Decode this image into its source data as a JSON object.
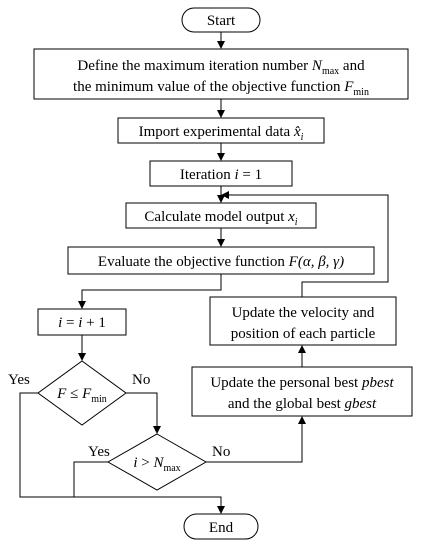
{
  "nodes": {
    "start": "Start",
    "define_1a": "Define the maximum iteration number ",
    "define_1b": "N",
    "define_1c": "max",
    "define_1d": " and",
    "define_2a": "the minimum value of the objective function ",
    "define_2b": "F",
    "define_2c": "min",
    "import_a": "Import experimental data ",
    "import_b": "x̂",
    "import_c": "i",
    "iteration_a": "Iteration ",
    "iteration_b": "i",
    "iteration_c": " = 1",
    "calc_a": "Calculate model output ",
    "calc_b": "x",
    "calc_c": "i",
    "eval_a": "Evaluate the objective function ",
    "eval_b": "F",
    "eval_c": "(α, β, γ)",
    "incr_a": "i",
    "incr_b": " = ",
    "incr_c": "i",
    "incr_d": " + 1",
    "cond1_a": "F",
    "cond1_b": " ≤ ",
    "cond1_c": "F",
    "cond1_d": "min",
    "cond2_a": "i",
    "cond2_b": " > ",
    "cond2_c": "N",
    "cond2_d": "max",
    "pbest_1a": "Update the personal best ",
    "pbest_1b": "pbest",
    "pbest_2a": "and the global best ",
    "pbest_2b": "gbest",
    "velocity_1": "Update the velocity and",
    "velocity_2": "position of each particle",
    "end": "End"
  },
  "edges": {
    "yes_1": "Yes",
    "no_1": "No",
    "yes_2": "Yes",
    "no_2": "No"
  }
}
